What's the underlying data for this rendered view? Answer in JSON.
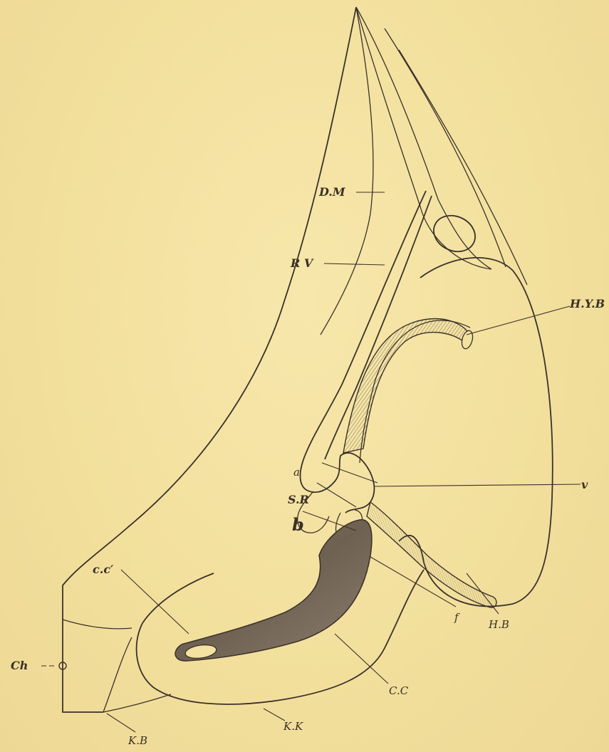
{
  "labels": {
    "dm": "D.M",
    "rv": "R V",
    "hyb": "H.Y.B",
    "a": "a",
    "v": "v",
    "sr": "S.R",
    "b": "b",
    "cc_prime": "c.c′",
    "f": "f",
    "hb": "H.B",
    "ch": "Ch",
    "cc": "C.C",
    "kk": "K.K",
    "kb": "K.B"
  },
  "colors": {
    "paper": "#f3e2a0",
    "ink": "#3b3129",
    "shade": "#7d6f5e"
  }
}
